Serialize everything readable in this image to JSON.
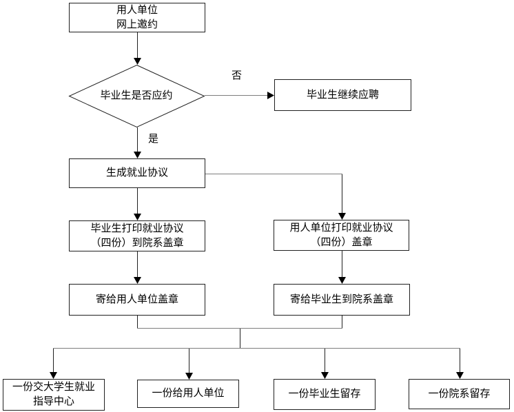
{
  "nodes": {
    "start": "用人单位\n网上邀约",
    "decision": "毕业生是否应约",
    "continue_apply": "毕业生继续应聘",
    "generate_agreement": "生成就业协议",
    "graduate_print": "毕业生打印就业协议\n（四份）到院系盖章",
    "employer_print": "用人单位打印就业协议\n（四份）盖章",
    "send_to_employer": "寄给用人单位盖章",
    "send_to_graduate": "寄给毕业生到院系盖章",
    "copy_guidance_center": "一份交大学生就业\n指导中心",
    "copy_employer": "一份给用人单位",
    "copy_graduate": "一份毕业生留存",
    "copy_department": "一份院系留存"
  },
  "edge_labels": {
    "no": "否",
    "yes": "是"
  },
  "colors": {
    "background": "#ffffff",
    "box_border": "#1f1f1f",
    "line_horizontal": "#7d7d7d",
    "line_vertical": "#1f1f1f",
    "arrowhead": "#000000",
    "text": "#000000"
  }
}
